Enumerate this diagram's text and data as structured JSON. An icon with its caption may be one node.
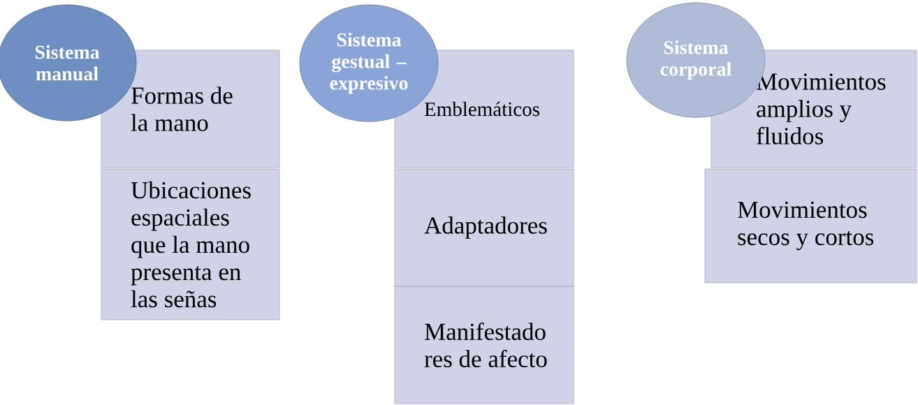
{
  "diagram": {
    "nodes": [
      {
        "text": [
          "Sistema manual"
        ]
      },
      {
        "text": [
          "Formas de la mano"
        ]
      },
      {
        "text": [
          "Ubicaciones espaciales que la mano presenta en las señas"
        ]
      },
      {
        "text": [
          "Sistema gestual – expresivo"
        ]
      },
      {
        "text": [
          "Emblemáticos"
        ]
      },
      {
        "text": [
          "Adaptadores"
        ]
      },
      {
        "text": [
          "Manifestado res de afecto"
        ]
      },
      {
        "text": [
          "Sistema corporal"
        ]
      },
      {
        "text": [
          "Movimientos amplios y fluidos"
        ]
      },
      {
        "text": [
          "Movimientos secos y cortos"
        ]
      }
    ]
  }
}
